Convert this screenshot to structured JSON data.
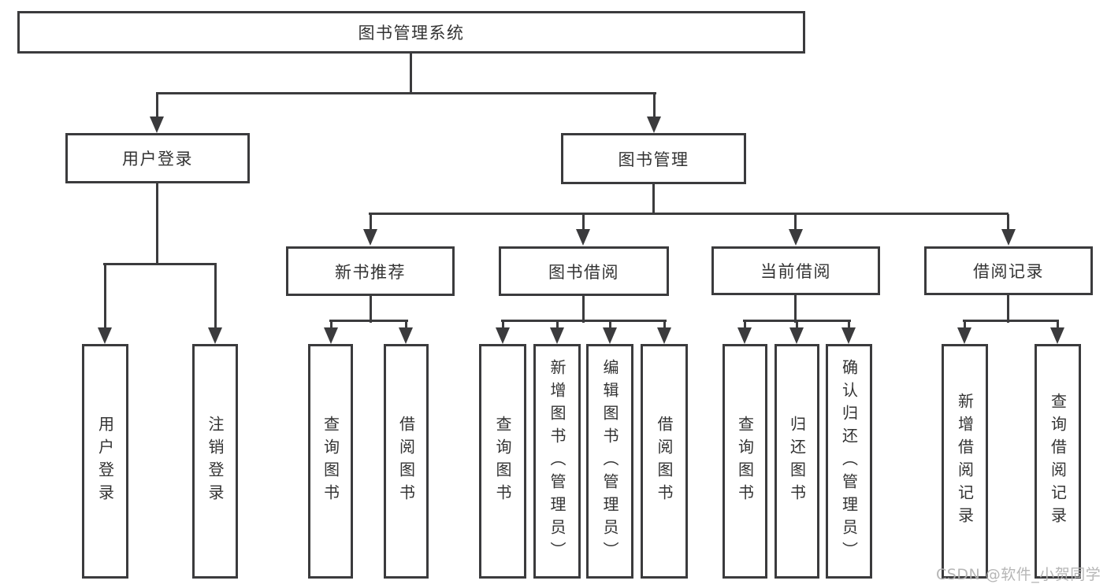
{
  "diagram": {
    "type": "hierarchy-tree",
    "title": "图书管理系统"
  },
  "nodes": {
    "root": "图书管理系统",
    "userLogin": "用户登录",
    "bookMgmt": "图书管理",
    "leafUserLogin": "用户登录",
    "leafLogout": "注销登录",
    "newBookRec": "新书推荐",
    "bookBorrow": "图书借阅",
    "currentBorrow": "当前借阅",
    "borrowRecord": "借阅记录",
    "nbrQuery": "查询图书",
    "nbrBorrow": "借阅图书",
    "bbQuery": "查询图书",
    "bbAdd": "新增图书（管理员）",
    "bbEdit": "编辑图书（管理员）",
    "bbBorrow": "借阅图书",
    "cbQuery": "查询图书",
    "cbReturn": "归还图书",
    "cbConfirm": "确认归还（管理员）",
    "brAdd": "新增借阅记录",
    "brQuery": "查询借阅记录"
  },
  "hierarchy": {
    "图书管理系统": [
      "用户登录",
      "图书管理"
    ],
    "用户登录": [
      "用户登录",
      "注销登录"
    ],
    "图书管理": [
      "新书推荐",
      "图书借阅",
      "当前借阅",
      "借阅记录"
    ],
    "新书推荐": [
      "查询图书",
      "借阅图书"
    ],
    "图书借阅": [
      "查询图书",
      "新增图书（管理员）",
      "编辑图书（管理员）",
      "借阅图书"
    ],
    "当前借阅": [
      "查询图书",
      "归还图书",
      "确认归还（管理员）"
    ],
    "借阅记录": [
      "新增借阅记录",
      "查询借阅记录"
    ]
  },
  "watermark": "CSDN @软件_小贺同学",
  "colors": {
    "line": "#3b3b3d",
    "text": "#333333",
    "watermark": "#b2b2b2",
    "background": "#ffffff"
  }
}
